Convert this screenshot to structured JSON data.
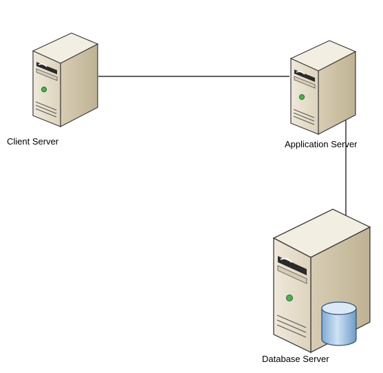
{
  "diagram": {
    "nodes": {
      "client": {
        "label": "Client Server",
        "icon": "server-icon"
      },
      "application": {
        "label": "Application Server",
        "icon": "server-icon"
      },
      "database": {
        "label": "Database Server",
        "icon": "database-server-icon"
      }
    },
    "connections": [
      {
        "from": "client",
        "to": "application"
      },
      {
        "from": "application",
        "to": "database"
      }
    ],
    "colors": {
      "server_front": "#e7dfcd",
      "server_top": "#f1ecdf",
      "server_side": "#cfc4ab",
      "server_outline": "#3a3a3a",
      "led": "#4caf50",
      "cylinder_body": "#a9c8e6",
      "cylinder_top": "#d9e8f5",
      "connector": "#000000"
    }
  }
}
